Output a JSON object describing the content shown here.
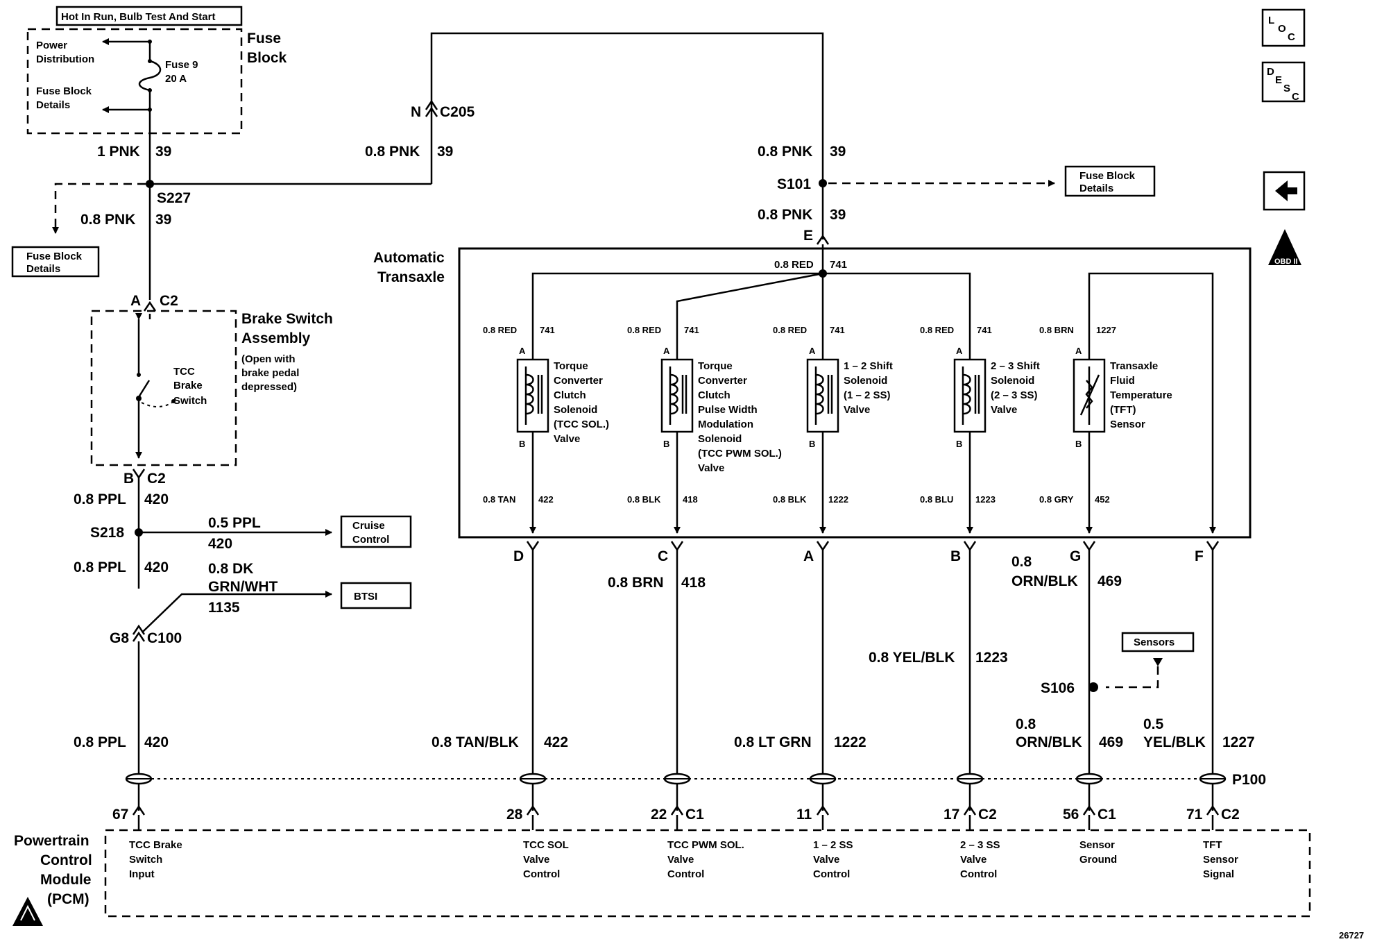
{
  "header_box": "Hot In Run, Bulb Test And Start",
  "fuse_block": {
    "title_1": "Fuse",
    "title_2": "Block",
    "power_dist_1": "Power",
    "power_dist_2": "Distribution",
    "fuse_1": "Fuse 9",
    "fuse_2": "20 A",
    "details_1": "Fuse Block",
    "details_2": "Details"
  },
  "nav_icons": {
    "loc": [
      "L",
      "O",
      "C"
    ],
    "desc": [
      "D",
      "E",
      "S",
      "C"
    ],
    "obd": "OBD II"
  },
  "left_wiring": {
    "w1_gauge": "1 PNK",
    "w1_circuit": "39",
    "s227": "S227",
    "w2_gauge": "0.8 PNK",
    "w2_circuit": "39",
    "fbd_1": "Fuse Block",
    "fbd_2": "Details",
    "c2_top_pin": "A",
    "c2_top": "C2",
    "c2_bot_pin": "B",
    "c2_bot": "C2",
    "w3_gauge": "0.8 PPL",
    "w3_circuit": "420",
    "s218": "S218",
    "cruise_gauge": "0.5 PPL",
    "cruise_circuit": "420",
    "cruise_1": "Cruise",
    "cruise_2": "Control",
    "w4_gauge": "0.8 PPL",
    "w4_circuit": "420",
    "btsi_g1": "0.8 DK",
    "btsi_g2": "GRN/WHT",
    "btsi_circuit": "1135",
    "btsi": "BTSI",
    "g8": "G8",
    "c100": "C100",
    "w5_gauge": "0.8 PPL",
    "w5_circuit": "420"
  },
  "brake_switch": {
    "title_1": "Brake Switch",
    "title_2": "Assembly",
    "note_1": "(Open with",
    "note_2": "brake pedal",
    "note_3": "depressed)",
    "sw_1": "TCC",
    "sw_2": "Brake",
    "sw_3": "Switch"
  },
  "top_wiring": {
    "c205_n": "N",
    "c205": "C205",
    "mid_gauge": "0.8 PNK",
    "mid_circuit": "39",
    "r1_gauge": "0.8 PNK",
    "r1_circuit": "39",
    "s101": "S101",
    "fbd_1": "Fuse Block",
    "fbd_2": "Details",
    "r2_gauge": "0.8 PNK",
    "r2_circuit": "39",
    "e_pin": "E"
  },
  "transaxle": {
    "title_1": "Automatic",
    "title_2": "Transaxle",
    "bus_gauge": "0.8 RED",
    "bus_circuit": "741",
    "devices": [
      {
        "top_gauge": "0.8 RED",
        "top_circuit": "741",
        "lines": [
          "Torque",
          "Converter",
          "Clutch",
          "Solenoid",
          "(TCC SOL.)",
          "Valve"
        ],
        "bot_gauge": "0.8 TAN",
        "bot_circuit": "422",
        "pin": "D"
      },
      {
        "top_gauge": "0.8 RED",
        "top_circuit": "741",
        "lines": [
          "Torque",
          "Converter",
          "Clutch",
          "Pulse Width",
          "Modulation",
          "Solenoid",
          "(TCC PWM SOL.)",
          "Valve"
        ],
        "bot_gauge": "0.8 BLK",
        "bot_circuit": "418",
        "pin": "C"
      },
      {
        "top_gauge": "0.8 RED",
        "top_circuit": "741",
        "lines": [
          "1 – 2 Shift",
          "Solenoid",
          "(1 – 2 SS)",
          "Valve"
        ],
        "bot_gauge": "0.8 BLK",
        "bot_circuit": "1222",
        "pin": "A"
      },
      {
        "top_gauge": "0.8 RED",
        "top_circuit": "741",
        "lines": [
          "2 – 3 Shift",
          "Solenoid",
          "(2 – 3 SS)",
          "Valve"
        ],
        "bot_gauge": "0.8 BLU",
        "bot_circuit": "1223",
        "pin": "B"
      },
      {
        "top_gauge": "0.8 BRN",
        "top_circuit": "1227",
        "lines": [
          "Transaxle",
          "Fluid",
          "Temperature",
          "(TFT)",
          "Sensor"
        ],
        "bot_gauge": "0.8 GRY",
        "bot_circuit": "452",
        "pin": "G"
      }
    ],
    "pin_f": "F",
    "pin_a": "A",
    "pin_b": "B"
  },
  "lower_wiring": {
    "c_upper_gauge": "0.8 BRN",
    "c_upper_circuit": "418",
    "g_upper_g1": "0.8",
    "g_upper_g2": "ORN/BLK",
    "g_upper_circuit": "469",
    "b_mid_gauge": "0.8 YEL/BLK",
    "b_mid_circuit": "1223",
    "sensors": "Sensors",
    "s106": "S106",
    "d_gauge": "0.8 TAN/BLK",
    "d_circuit": "422",
    "a_gauge": "0.8 LT GRN",
    "a_circuit": "1222",
    "g_lower_g1": "0.8",
    "g_lower_g2": "ORN/BLK",
    "g_lower_circuit": "469",
    "f_g1": "0.5",
    "f_g2": "YEL/BLK",
    "f_circuit": "1227",
    "p100": "P100"
  },
  "pcm": {
    "title": [
      "Powertrain",
      "Control",
      "Module",
      "(PCM)"
    ],
    "pins": [
      {
        "num": "67",
        "conn": "",
        "lines": [
          "TCC Brake",
          "Switch",
          "Input"
        ]
      },
      {
        "num": "28",
        "conn": "",
        "lines": [
          "TCC SOL",
          "Valve",
          "Control"
        ]
      },
      {
        "num": "22",
        "conn": "C1",
        "lines": [
          "TCC PWM SOL.",
          "Valve",
          "Control"
        ]
      },
      {
        "num": "11",
        "conn": "",
        "lines": [
          "1 – 2 SS",
          "Valve",
          "Control"
        ]
      },
      {
        "num": "17",
        "conn": "C2",
        "lines": [
          "2 – 3 SS",
          "Valve",
          "Control"
        ]
      },
      {
        "num": "56",
        "conn": "C1",
        "lines": [
          "Sensor",
          "Ground"
        ]
      },
      {
        "num": "71",
        "conn": "C2",
        "lines": [
          "TFT",
          "Sensor",
          "Signal"
        ]
      }
    ]
  },
  "figure_number": "26727"
}
